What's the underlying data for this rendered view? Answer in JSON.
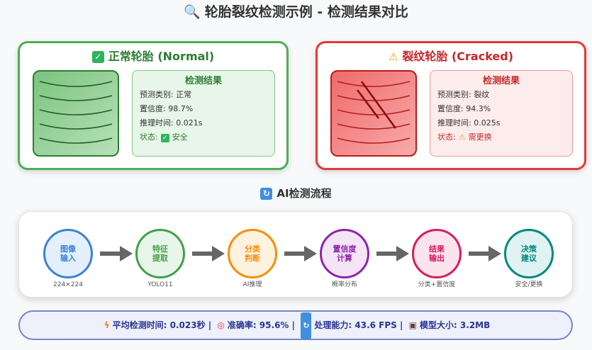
{
  "title": "轮胎裂纹检测示例 - 检测结果对比",
  "normal": {
    "header": "正常轮胎 (Normal)",
    "result_title": "检测结果",
    "pred_label": "预测类别:",
    "pred_value": "正常",
    "conf_label": "置信度:",
    "conf_value": "98.7%",
    "time_label": "推理时间:",
    "time_value": "0.021s",
    "status_label": "状态:",
    "status_value": "安全"
  },
  "cracked": {
    "header": "裂纹轮胎 (Cracked)",
    "result_title": "检测结果",
    "pred_label": "预测类别:",
    "pred_value": "裂纹",
    "conf_label": "置信度:",
    "conf_value": "94.3%",
    "time_label": "推理时间:",
    "time_value": "0.025s",
    "status_label": "状态:",
    "status_value": "需更换"
  },
  "flow": {
    "title": "AI检测流程",
    "steps": [
      {
        "label": "图像\n输入",
        "sub": "224×224",
        "color": "#3b82d6",
        "bg": "#e3f0fc"
      },
      {
        "label": "特征\n提取",
        "sub": "YOLO11",
        "color": "#43a047",
        "bg": "#e8f5e9"
      },
      {
        "label": "分类\n判断",
        "sub": "AI推理",
        "color": "#fb8c00",
        "bg": "#fff3e0"
      },
      {
        "label": "置信度\n计算",
        "sub": "概率分布",
        "color": "#8e24aa",
        "bg": "#f3e5f5"
      },
      {
        "label": "结果\n输出",
        "sub": "分类+置信度",
        "color": "#d81b60",
        "bg": "#fce4ec"
      },
      {
        "label": "决策\n建议",
        "sub": "安全/更换",
        "color": "#00897b",
        "bg": "#e0f2f1"
      }
    ]
  },
  "stats": {
    "avg_time": "平均检测时间: 0.023秒",
    "accuracy": "准确率: 95.6%",
    "throughput": "处理能力: 43.6 FPS",
    "model_size": "模型大小: 3.2MB",
    "separator": "|"
  }
}
